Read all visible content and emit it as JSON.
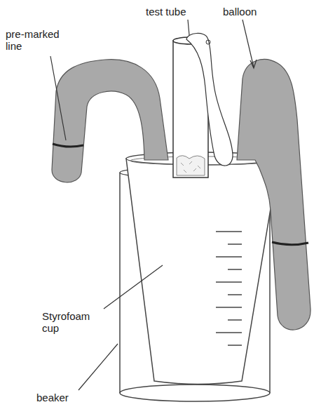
{
  "diagram": {
    "labels": [
      "test tube",
      "balloon",
      "pre-marked line",
      "Styrofoam cup",
      "beaker"
    ]
  }
}
